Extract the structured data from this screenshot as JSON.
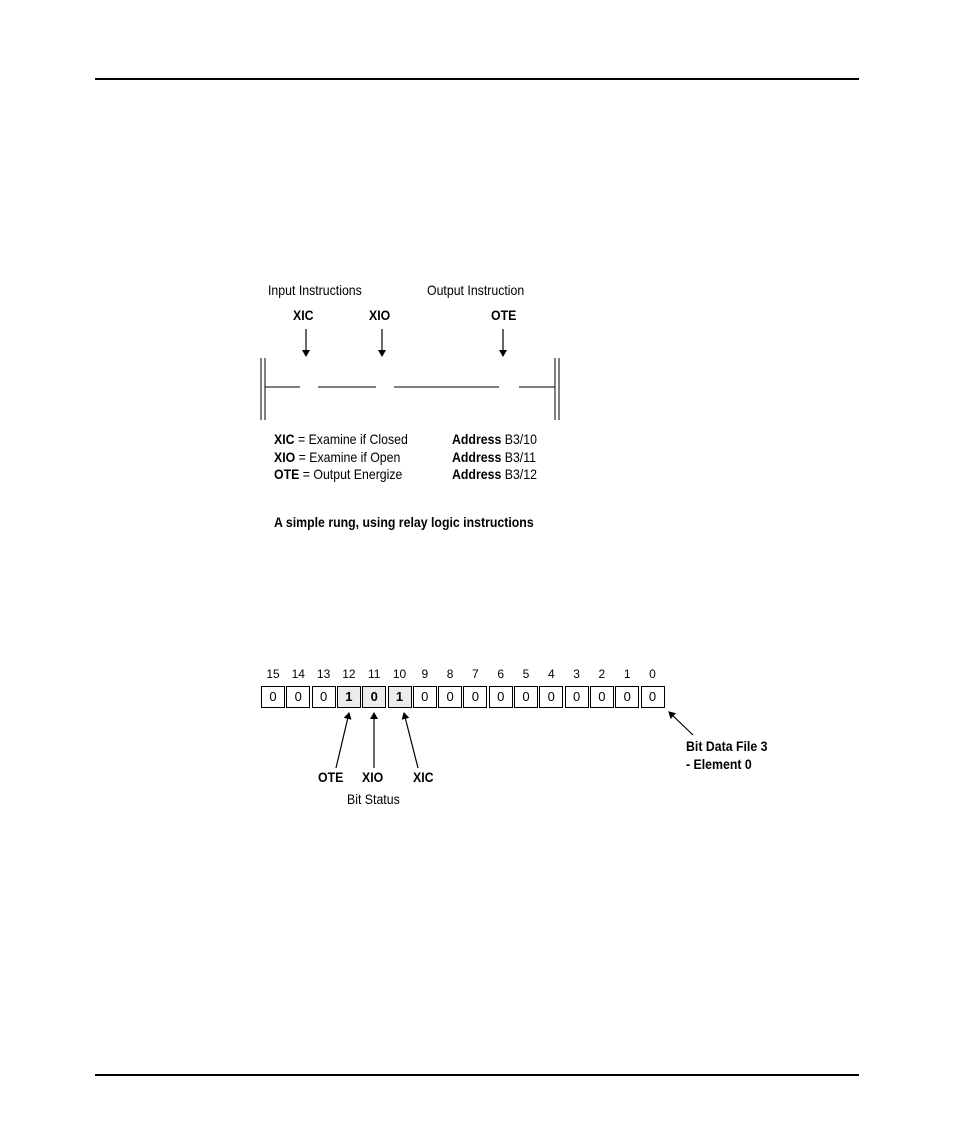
{
  "rung_figure": {
    "input_heading": "Input Instructions",
    "output_heading": "Output Instruction",
    "labels": {
      "xic": "XIC",
      "xio": "XIO",
      "ote": "OTE"
    },
    "legend": [
      {
        "code": "XIC",
        "desc": "= Examine if Closed",
        "addr_label": "Address",
        "addr": "B3/10"
      },
      {
        "code": "XIO",
        "desc": "= Examine if Open",
        "addr_label": "Address",
        "addr": "B3/11"
      },
      {
        "code": "OTE",
        "desc": "= Output Energize",
        "addr_label": "Address",
        "addr": "B3/12"
      }
    ],
    "caption": "A simple rung, using relay logic instructions"
  },
  "bit_figure": {
    "bit_numbers": [
      "15",
      "14",
      "13",
      "12",
      "11",
      "10",
      "9",
      "8",
      "7",
      "6",
      "5",
      "4",
      "3",
      "2",
      "1",
      "0"
    ],
    "bit_values": [
      "0",
      "0",
      "0",
      "1",
      "0",
      "1",
      "0",
      "0",
      "0",
      "0",
      "0",
      "0",
      "0",
      "0",
      "0",
      "0"
    ],
    "highlighted_bits": [
      "12",
      "11",
      "10"
    ],
    "pointer_labels": {
      "ote": "OTE",
      "xio": "XIO",
      "xic": "XIC"
    },
    "bit_status": "Bit Status",
    "file_label_line1": "Bit Data File 3",
    "file_label_line2": "- Element 0"
  }
}
